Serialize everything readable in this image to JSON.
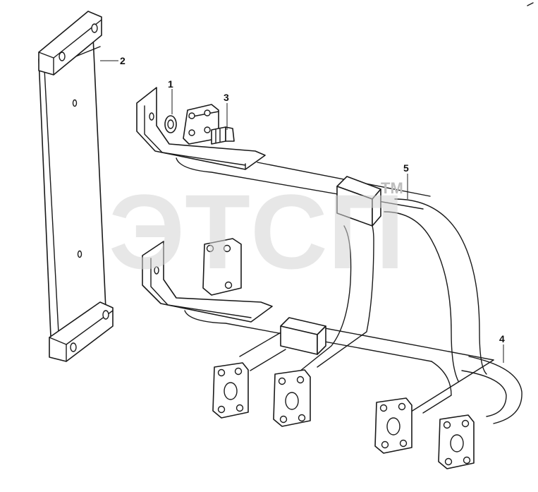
{
  "watermark": {
    "logo_text": "ЭТСП",
    "trademark": "TM"
  },
  "callouts": [
    {
      "id": "1",
      "label": "1"
    },
    {
      "id": "2",
      "label": "2"
    },
    {
      "id": "3",
      "label": "3"
    },
    {
      "id": "4",
      "label": "4"
    },
    {
      "id": "5",
      "label": "5"
    }
  ]
}
